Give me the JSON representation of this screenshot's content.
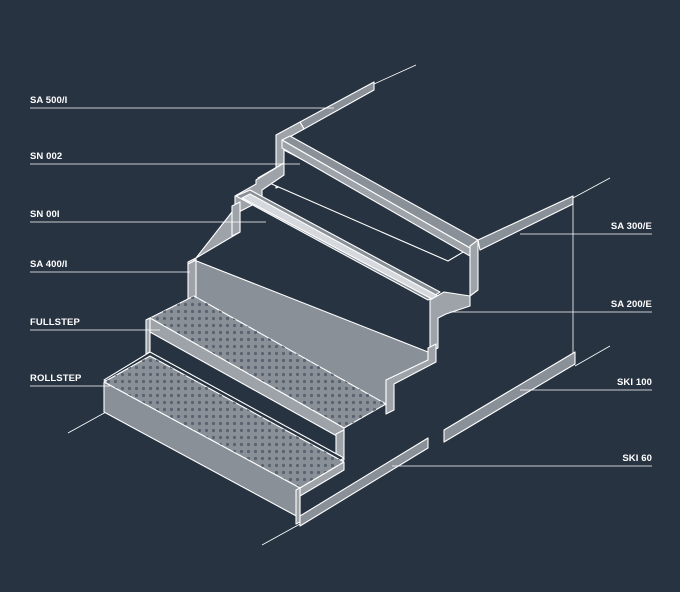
{
  "colors": {
    "background": "#283341",
    "line": "#ffffff",
    "surface": "#8a9098",
    "surface_light": "#9ea3aa",
    "perforation": "#5c6370"
  },
  "labels_left": [
    "SA 500/I",
    "SN 002",
    "SN 00I",
    "SA 400/I",
    "FULLSTEP",
    "ROLLSTEP"
  ],
  "labels_right": [
    "SA 300/E",
    "SA 200/E",
    "SKI 100",
    "SKI 60"
  ]
}
